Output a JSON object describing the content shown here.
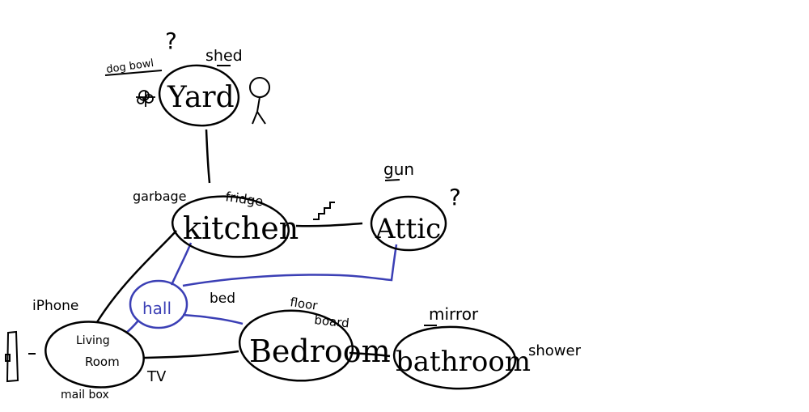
{
  "rooms": {
    "yard": "Yard",
    "kitchen": "kitchen",
    "attic": "Attic",
    "hall": "hall",
    "living_room_line1": "Living",
    "living_room_line2": "Room",
    "bedroom": "Bedroom",
    "bathroom": "bathroom"
  },
  "items": {
    "yard_question": "?",
    "dog_bowl": "dog bowl",
    "shed": "shed",
    "garbage": "garbage",
    "fridge": "fridge",
    "gun": "gun",
    "attic_question": "?",
    "iphone": "iPhone",
    "bed": "bed",
    "floor_board_line1": "floor",
    "floor_board_line2": "board",
    "mirror": "mirror",
    "shower": "shower",
    "tv": "TV",
    "mailbox": "mail box"
  },
  "colors": {
    "ink": "#000000",
    "hall_ink": "#3b3fb5",
    "background": "#ffffff"
  }
}
